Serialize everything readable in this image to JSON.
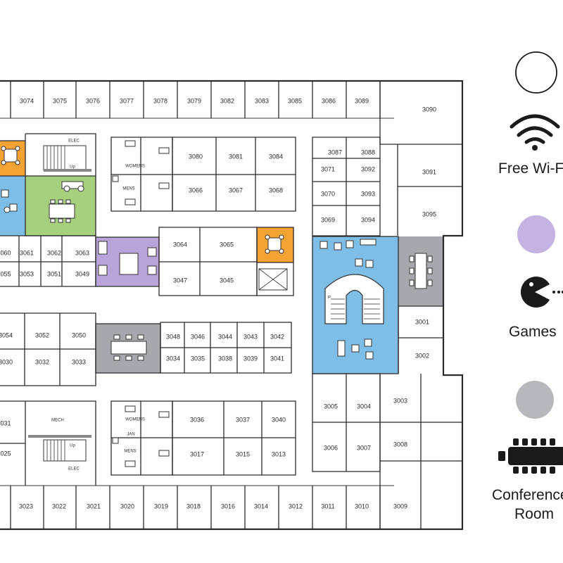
{
  "legend": {
    "available_label": "",
    "wifi_label": "Free Wi-Fi",
    "games_label": "Games",
    "conference_label": "Conference Room",
    "conference_line1": "Conference",
    "conference_line2": "Room"
  },
  "colors": {
    "wifi_blue": "#7dbde6",
    "games_purple": "#b9a4d9",
    "conference_gray": "#a7a8ad",
    "kitchen_orange": "#f4a233",
    "green_room": "#a6cf7e",
    "legend_purple": "#c4b2e0",
    "legend_gray": "#b7b8bd"
  },
  "labels": {
    "elec": "ELEC",
    "elec_lower": "ELEC",
    "womens": "WOMENS",
    "mens": "MENS",
    "womens_lower": "WOMENS",
    "jan": "JAN",
    "mens_lower": "MENS",
    "mech": "MECH",
    "up": "Up",
    "up_lower": "Up",
    "p": "P"
  },
  "rooms": {
    "r3074": "3074",
    "r3075": "3075",
    "r3076": "3076",
    "r3077": "3077",
    "r3078": "3078",
    "r3079": "3079",
    "r3082": "3082",
    "r3083": "3083",
    "r3085": "3085",
    "r3086": "3086",
    "r3089": "3089",
    "r3090": "3090",
    "r3091": "3091",
    "r3095": "3095",
    "r3080": "3080",
    "r3081": "3081",
    "r3084": "3084",
    "r3066": "3066",
    "r3067": "3067",
    "r3068": "3068",
    "r3087": "3087",
    "r3088": "3088",
    "r3071": "3071",
    "r3092": "3092",
    "r3070": "3070",
    "r3093": "3093",
    "r3069": "3069",
    "r3094": "3094",
    "r3060": "060",
    "r3061": "3061",
    "r3062": "3062",
    "r3063": "3063",
    "r3055": "055",
    "r3053": "3053",
    "r3051": "3051",
    "r3049": "3049",
    "r3064": "3064",
    "r3065": "3065",
    "r3047": "3047",
    "r3045": "3045",
    "r3054": "3054",
    "r3052": "3052",
    "r3050": "3050",
    "r3030": "3030",
    "r3032": "3032",
    "r3033": "3033",
    "r3048": "3048",
    "r3046": "3046",
    "r3044": "3044",
    "r3043": "3043",
    "r3042": "3042",
    "r3034": "3034",
    "r3035": "3035",
    "r3038": "3038",
    "r3039": "3039",
    "r3041": "3041",
    "r3001": "3001",
    "r3002": "3002",
    "r3005": "3005",
    "r3004": "3004",
    "r3003": "3003",
    "r3006": "3006",
    "r3007": "3007",
    "r3008": "3008",
    "r3031": "031",
    "r3025": "025",
    "r3036": "3036",
    "r3037": "3037",
    "r3040": "3040",
    "r3017": "3017",
    "r3015": "3015",
    "r3013": "3013",
    "r3023": "3023",
    "r3022": "3022",
    "r3021": "3021",
    "r3020": "3020",
    "r3019": "3019",
    "r3018": "3018",
    "r3016": "3016",
    "r3014": "3014",
    "r3012": "3012",
    "r3011": "3011",
    "r3010": "3010",
    "r3009": "3009"
  }
}
